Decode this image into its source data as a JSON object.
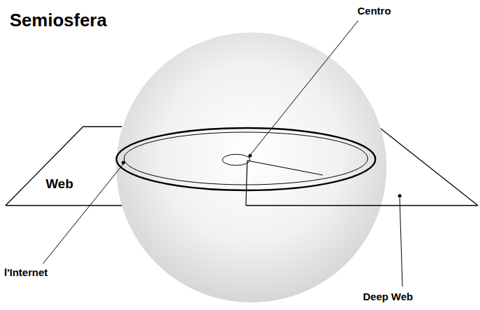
{
  "diagram": {
    "title": "Semiosfera",
    "labels": [
      "Centro",
      "Web",
      "l'Internet",
      "Deep Web"
    ]
  }
}
